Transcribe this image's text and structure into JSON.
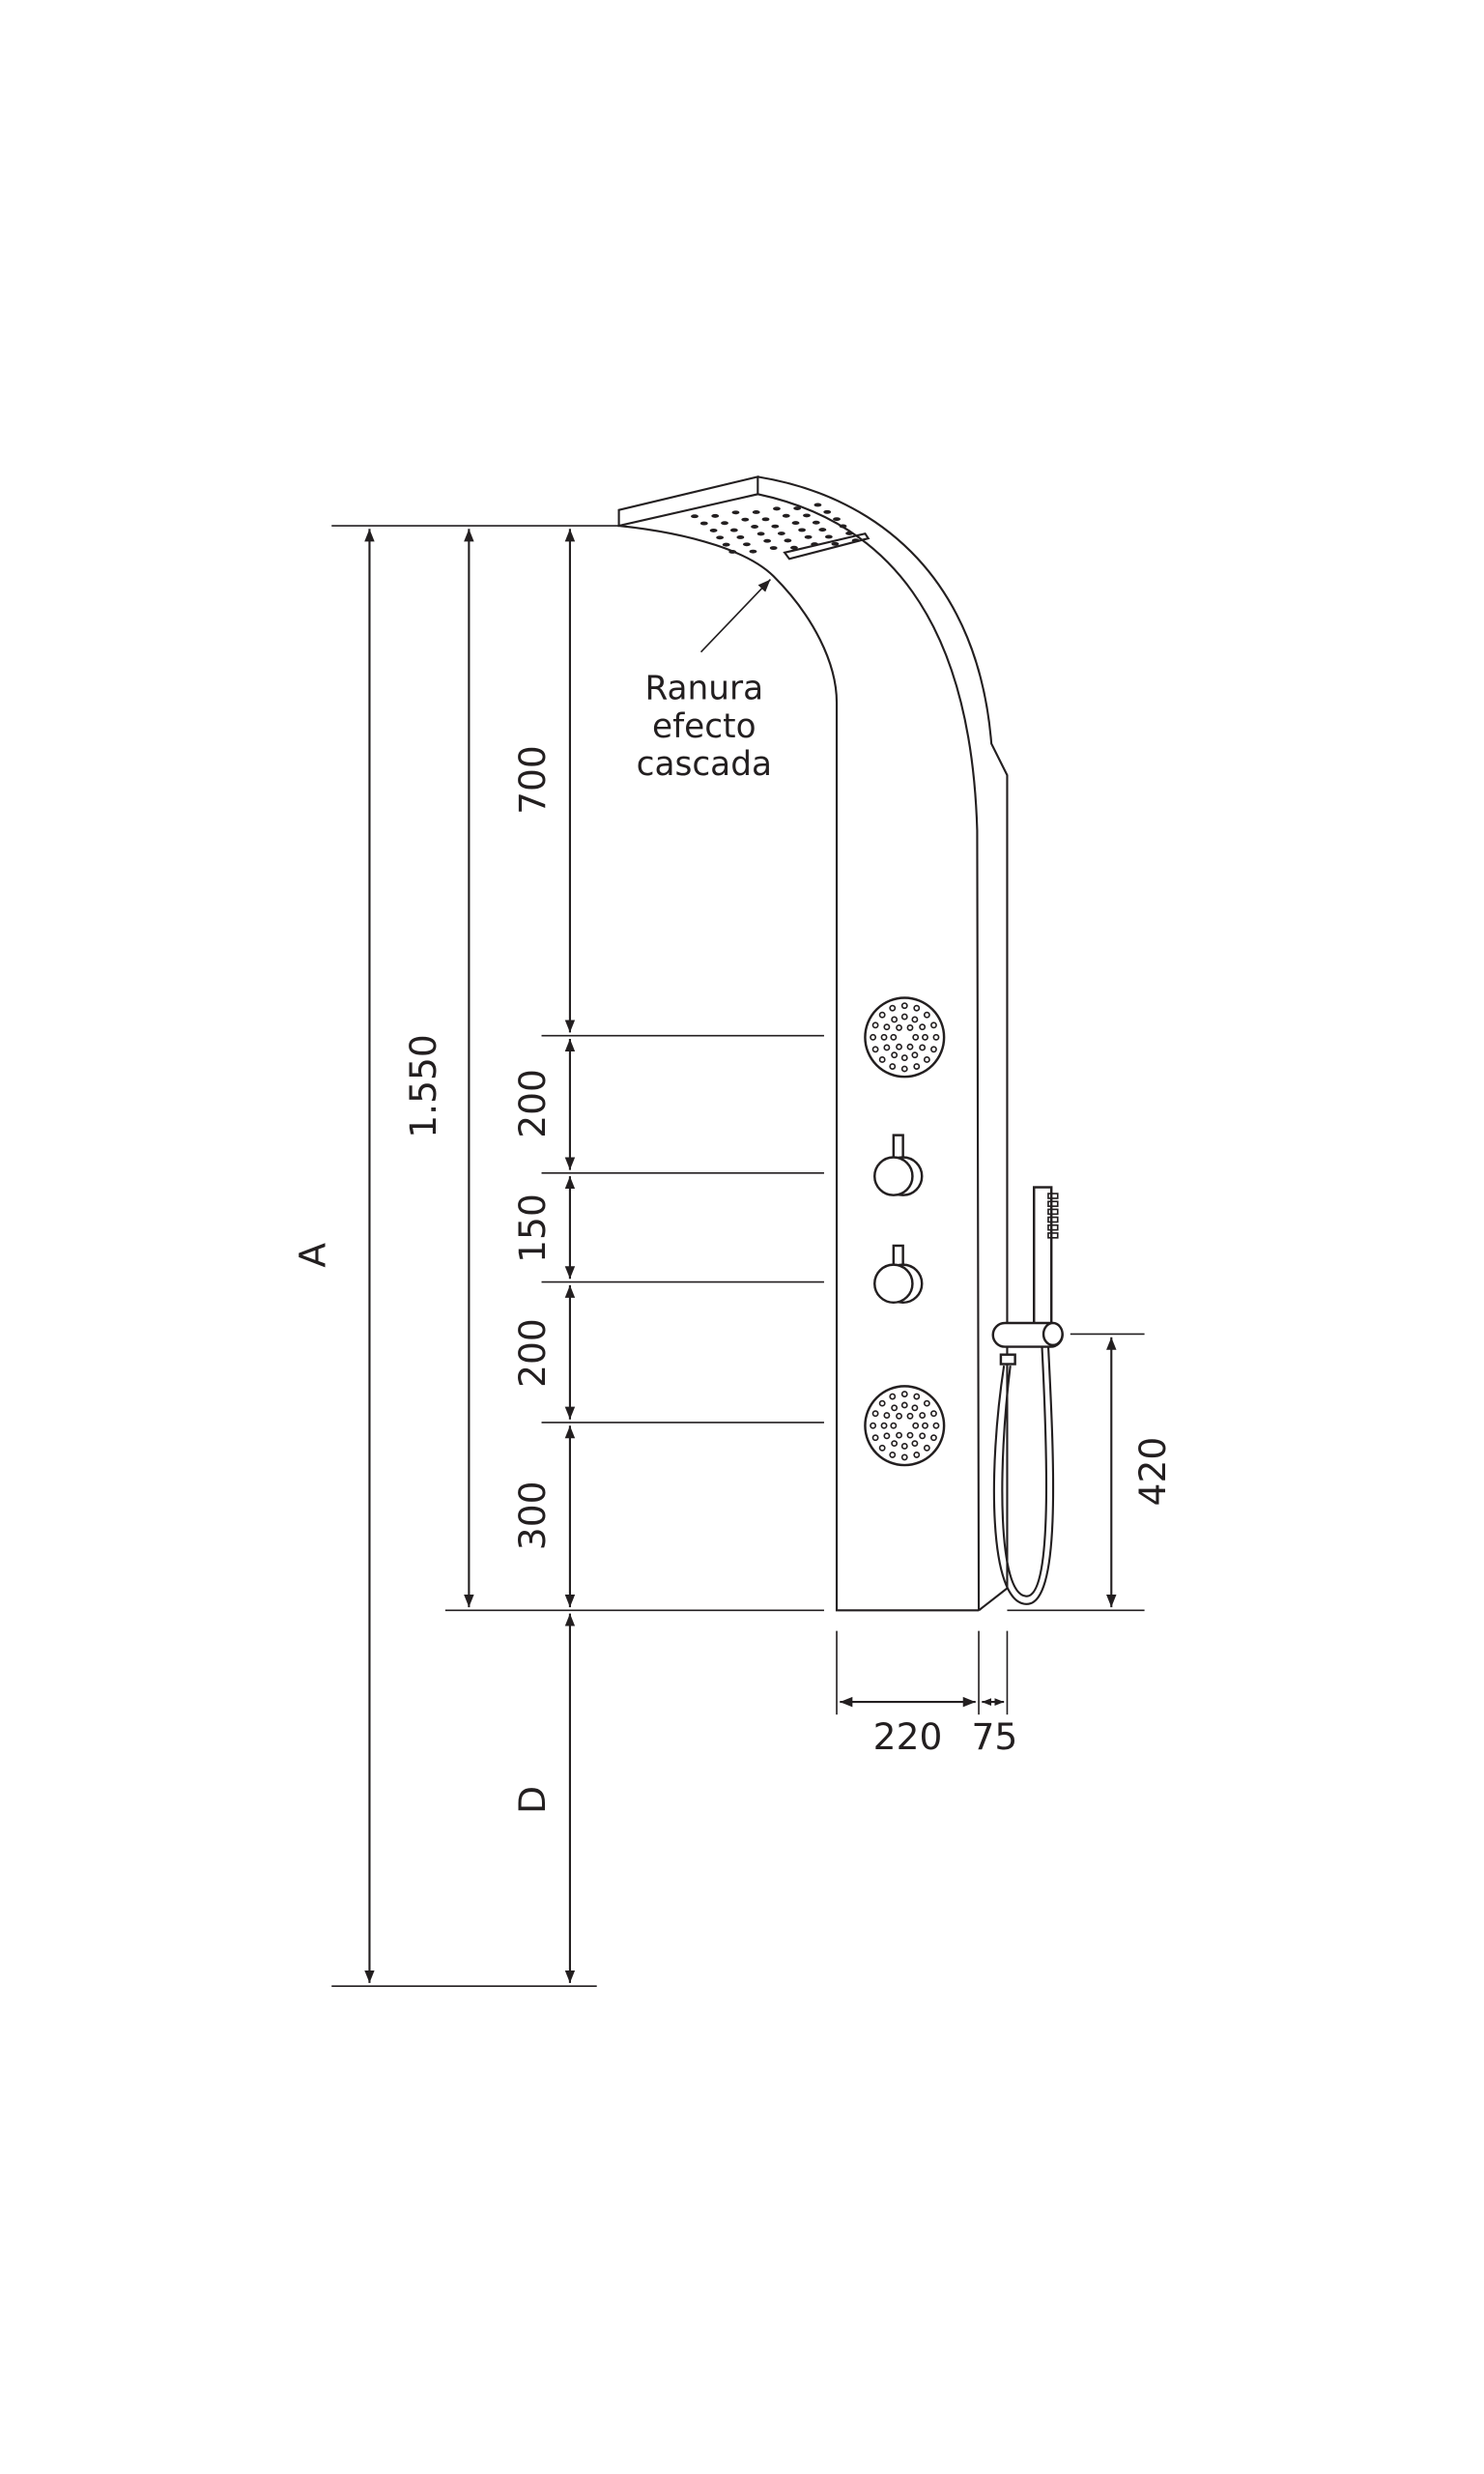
{
  "title": "Shower panel dimensional drawing",
  "annotation": {
    "line1": "Ranura",
    "line2": "efecto",
    "line3": "cascada"
  },
  "dimensions": {
    "overall": "A",
    "height": "1.550",
    "top": "700",
    "upper_jet": "200",
    "between_knobs": "150",
    "lower_jet": "200",
    "bottom": "300",
    "floor": "D",
    "holder_height": "420",
    "depth": "220",
    "offset": "75"
  },
  "colors": {
    "line": "#231f20",
    "background": "#ffffff"
  }
}
